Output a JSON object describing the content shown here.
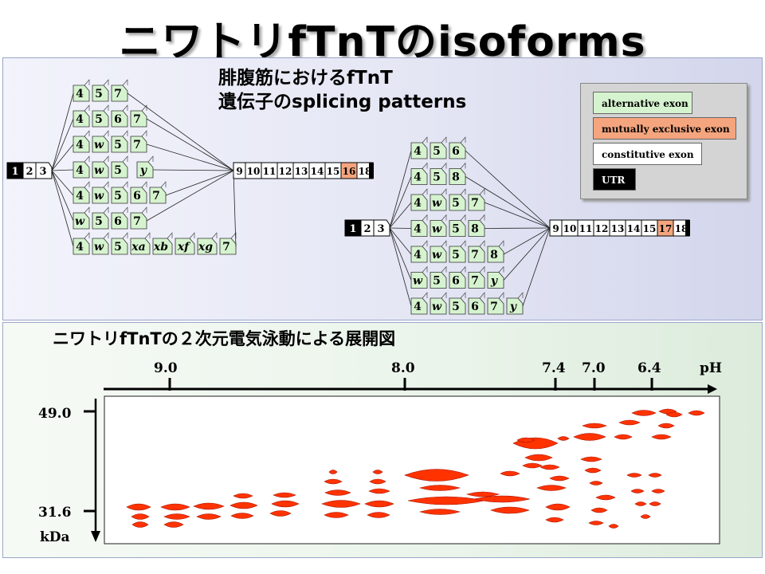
{
  "title": "ニワトリfTnTのisoforms",
  "top_panel": {
    "subtitle_line1": "腓腹筋におけるfTnT",
    "subtitle_line2": "遺伝子のsplicing patterns"
  },
  "legend": {
    "items": [
      {
        "label": "alternative  exon",
        "color": "#d6f3cf"
      },
      {
        "label": "mutually  exclusive exon",
        "color": "#f5a57e"
      },
      {
        "label": "constitutive  exon",
        "color": "#ffffff"
      },
      {
        "label": "UTR",
        "color": "#000000"
      }
    ]
  },
  "gene_left": {
    "start_exons": [
      "1",
      "2",
      "3"
    ],
    "end_exons": [
      "9",
      "10",
      "11",
      "12",
      "13",
      "14",
      "15",
      "16",
      "18"
    ],
    "mutex_end_exon": "16",
    "variants": [
      [
        "4",
        "5",
        "7"
      ],
      [
        "4",
        "5",
        "6",
        "7"
      ],
      [
        "4",
        "w",
        "5",
        "7"
      ],
      [
        "4",
        "w",
        "5",
        "y"
      ],
      [
        "4",
        "w",
        "5",
        "6",
        "7"
      ],
      [
        "w",
        "5",
        "6",
        "7"
      ],
      [
        "4",
        "w",
        "5",
        "xa",
        "xb",
        "xf",
        "xg",
        "7"
      ]
    ]
  },
  "gene_right": {
    "start_exons": [
      "1",
      "2",
      "3"
    ],
    "end_exons": [
      "9",
      "10",
      "11",
      "12",
      "13",
      "14",
      "15",
      "17",
      "18"
    ],
    "mutex_end_exon": "17",
    "variants": [
      [
        "4",
        "5",
        "6"
      ],
      [
        "4",
        "5",
        "8"
      ],
      [
        "4",
        "w",
        "5",
        "7"
      ],
      [
        "4",
        "w",
        "5",
        "8"
      ],
      [
        "4",
        "w",
        "5",
        "7",
        "8"
      ],
      [
        "w",
        "5",
        "6",
        "7",
        "y"
      ],
      [
        "4",
        "w",
        "5",
        "6",
        "7",
        "y"
      ]
    ]
  },
  "bottom_panel": {
    "subtitle": "ニワトリfTnTの２次元電気泳動による展開図",
    "ph_label": "pH",
    "ph_ticks": [
      "9.0",
      "8.0",
      "7.4",
      "7.0",
      "6.4"
    ],
    "mw_ticks": [
      "49.0",
      "31.6"
    ],
    "mw_unit": "kDa",
    "spot_color": "#ff3300"
  }
}
